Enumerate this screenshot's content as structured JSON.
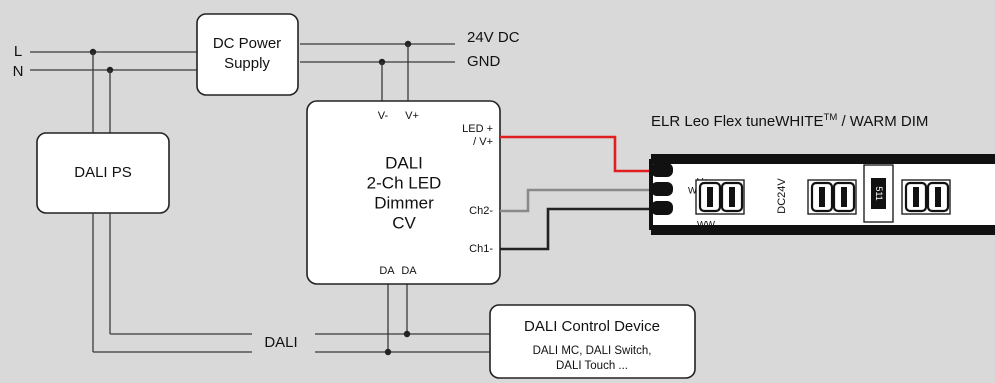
{
  "inputs": {
    "line": "L",
    "neutral": "N"
  },
  "power_supply": {
    "line1": "DC Power",
    "line2": "Supply"
  },
  "outputs": {
    "positive": "24V DC",
    "ground": "GND"
  },
  "dali_ps": {
    "label": "DALI PS"
  },
  "dimmer": {
    "pin_vminus": "V-",
    "pin_vplus": "V+",
    "pin_led_line1": "LED +",
    "pin_led_line2": "/ V+",
    "title_line1": "DALI",
    "title_line2": "2-Ch LED",
    "title_line3": "Dimmer",
    "title_line4": "CV",
    "pin_ch2": "Ch2-",
    "pin_ch1": "Ch1-",
    "pin_da1": "DA",
    "pin_da2": "DA"
  },
  "strip": {
    "title": "ELR Leo Flex tuneWHITE",
    "trademark": "TM",
    "title_suffix": " / WARM DIM",
    "label_vplus": "V+",
    "label_w": "W",
    "label_ww": "WW",
    "voltage": "DC24V",
    "chip_code": "511"
  },
  "bus": {
    "label": "DALI"
  },
  "control_device": {
    "title": "DALI Control Device",
    "desc_line1": "DALI MC, DALI Switch,",
    "desc_line2": "DALI Touch ..."
  },
  "colors": {
    "background": "#d9d9d9",
    "wire": "#3a3a3a",
    "led_plus_wire": "#e02020",
    "ch2_wire": "#8a8a8a",
    "ch1_wire": "#222222"
  }
}
